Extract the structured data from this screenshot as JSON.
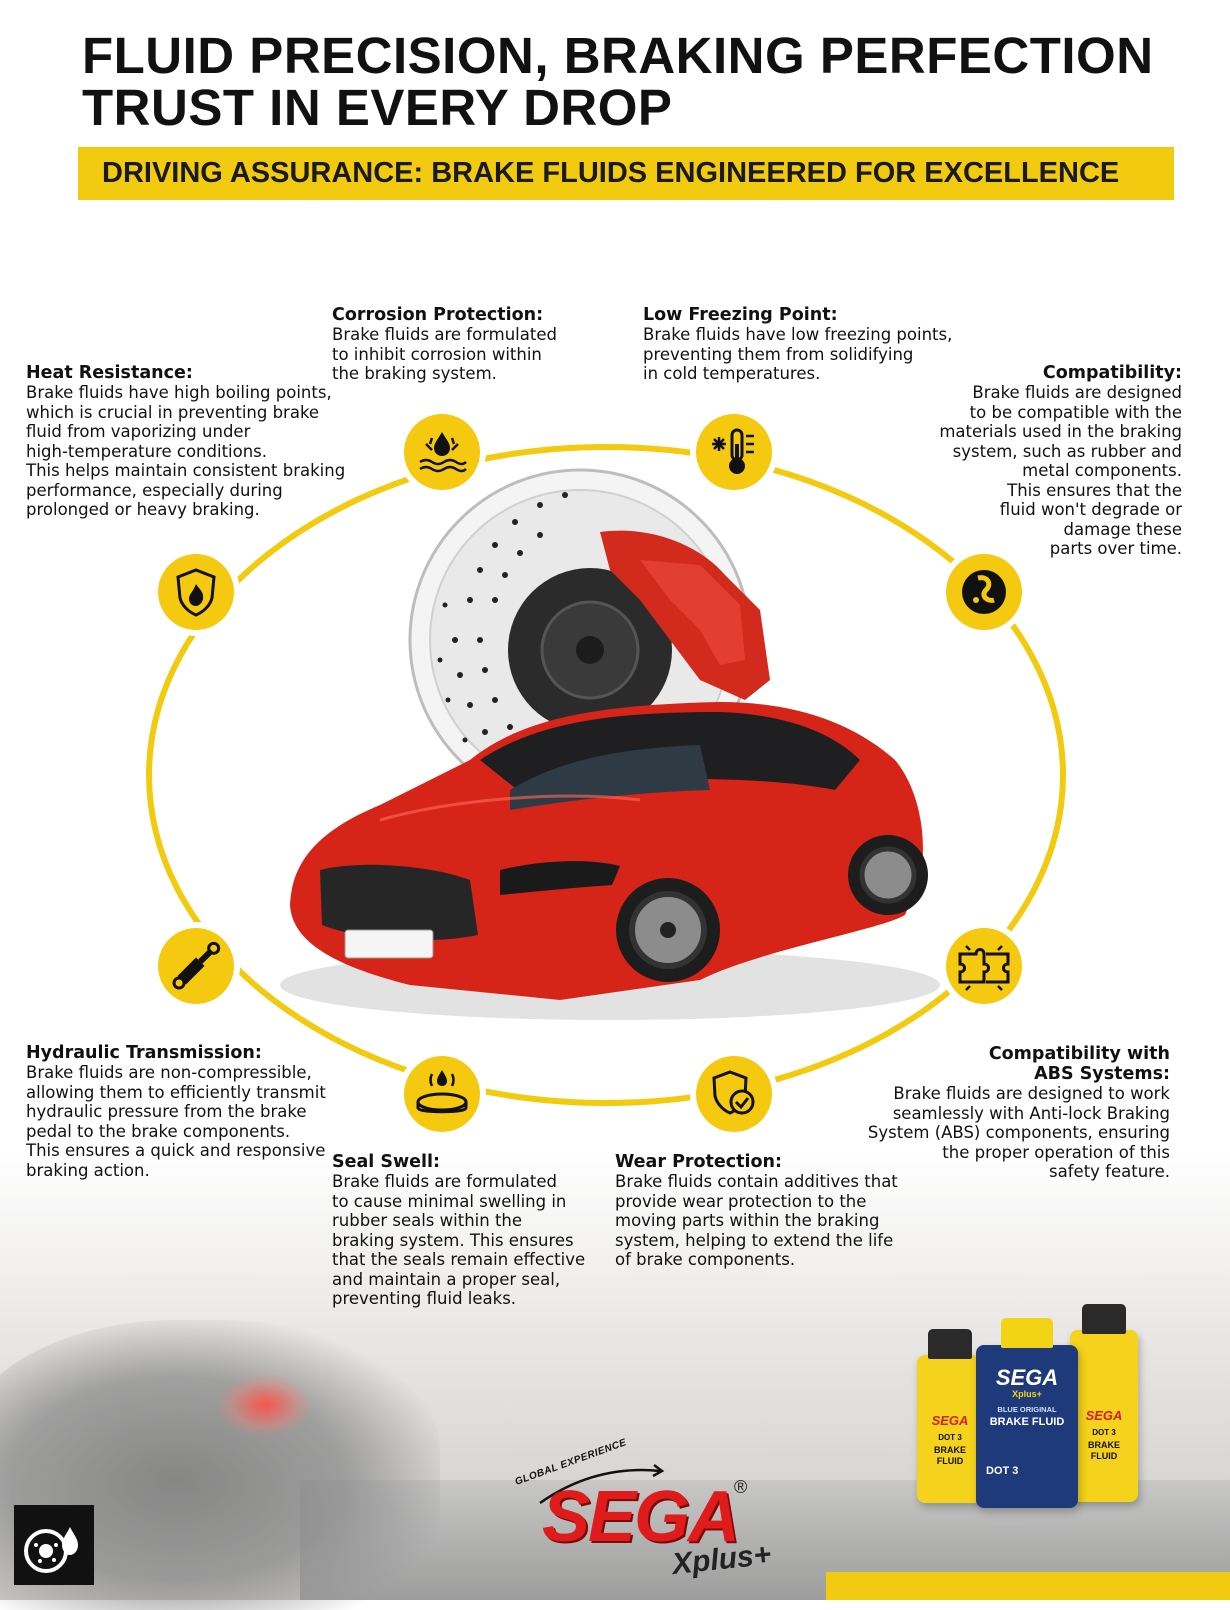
{
  "header": {
    "title_line1": "FLUID PRECISION, BRAKING PERFECTION",
    "title_line2": "TRUST IN EVERY DROP",
    "banner": "DRIVING ASSURANCE: BRAKE FLUIDS ENGINEERED FOR EXCELLENCE"
  },
  "colors": {
    "accent_yellow": "#f2cb11",
    "car_red": "#d62418",
    "logo_red": "#e01b1b",
    "text_dark": "#111111"
  },
  "features": {
    "heat_resistance": {
      "title": "Heat Resistance:",
      "body": "Brake fluids have high boiling points,\nwhich is crucial in preventing brake\nfluid from vaporizing under\nhigh-temperature conditions.\nThis helps maintain consistent braking\nperformance, especially during\nprolonged or heavy braking.",
      "icon": "shield-fire-icon"
    },
    "corrosion_protection": {
      "title": "Corrosion Protection:",
      "body": "Brake fluids are formulated\nto inhibit corrosion within\nthe braking system.",
      "icon": "water-repellent-icon"
    },
    "low_freezing_point": {
      "title": "Low Freezing Point:",
      "body": "Brake fluids have low freezing points,\npreventing them from solidifying\nin cold temperatures.",
      "icon": "snowflake-thermometer-icon"
    },
    "compatibility": {
      "title": "Compatibility:",
      "body": "Brake fluids are designed\nto be compatible with the\nmaterials used in the braking\nsystem, such as rubber and\nmetal components.\nThis ensures that the\nfluid won't degrade or\ndamage these\nparts over time.",
      "icon": "flexible-link-icon"
    },
    "hydraulic_transmission": {
      "title": "Hydraulic Transmission:",
      "body": "Brake fluids are non-compressible,\nallowing them to efficiently transmit\nhydraulic pressure from the brake\npedal to the brake components.\nThis ensures a quick and responsive\nbraking action.",
      "icon": "hydraulic-cylinder-icon"
    },
    "seal_swell": {
      "title": "Seal Swell:",
      "body": "Brake fluids are formulated\nto cause minimal swelling in\nrubber seals within the\nbraking system. This ensures\nthat the seals remain effective\nand maintain a proper seal,\npreventing fluid leaks.",
      "icon": "seal-drop-icon"
    },
    "wear_protection": {
      "title": "Wear Protection:",
      "body": "Brake fluids contain additives that\nprovide wear protection to the\nmoving parts within the braking\nsystem, helping to extend the life\nof brake components.",
      "icon": "shield-check-icon"
    },
    "abs_compatibility": {
      "title_line1": "Compatibility with",
      "title_line2": "ABS Systems:",
      "body": "Brake fluids are designed to work\nseamlessly with Anti-lock Braking\nSystem (ABS) components, ensuring\nthe proper operation of this\nsafety feature.",
      "icon": "puzzle-icon"
    }
  },
  "products": {
    "left": {
      "brand": "SEGA",
      "line1": "DOT 3",
      "line2": "BRAKE",
      "line3": "FLUID"
    },
    "center": {
      "brand": "SEGA",
      "sub": "Xplus+",
      "line1": "BLUE ORIGINAL",
      "line2": "BRAKE FLUID",
      "line3": "DOT 3"
    },
    "right": {
      "brand": "SEGA",
      "line1": "DOT 3",
      "line2": "BRAKE",
      "line3": "FLUID"
    }
  },
  "logo": {
    "tagline": "GLOBAL EXPERIENCE",
    "word": "SEGA",
    "plus": "Xplus+",
    "reg": "®"
  }
}
